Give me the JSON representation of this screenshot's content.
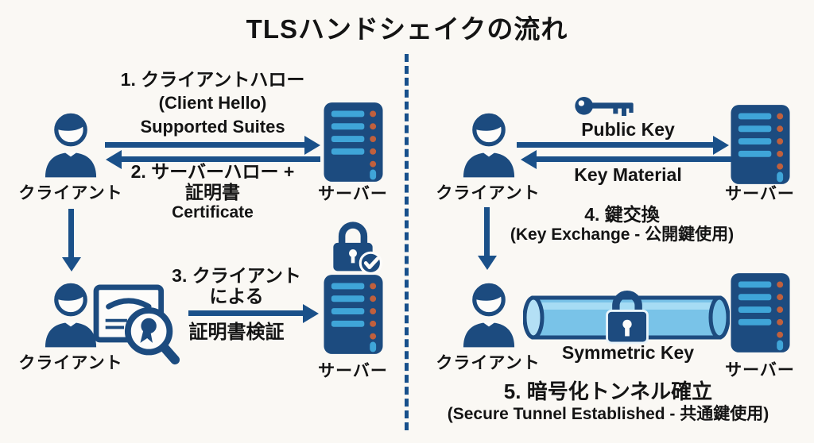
{
  "title": "TLSハンドシェイクの流れ",
  "colors": {
    "background": "#faf8f4",
    "accent_navy": "#1c4b7f",
    "arrow_blue": "#1a5089",
    "server_bar_blue": "#3fa5d8",
    "server_dot_orange": "#c0603d",
    "tunnel_blue": "#79c3e8",
    "text_black": "#141414"
  },
  "icons": {
    "person": "person-icon",
    "server": "server-rack-icon",
    "lock_check": "verified-padlock-icon",
    "certificate": "certificate-magnifier-icon",
    "key": "key-icon",
    "tunnel": "secure-tunnel-icon",
    "tunnel_lock": "padlock-icon"
  },
  "labels": {
    "client": "クライアント",
    "server": "サーバー"
  },
  "left": {
    "step1": {
      "l1": "1. クライアントハロー",
      "l2": "(Client Hello)",
      "l3": "Supported Suites"
    },
    "step2": {
      "l1": "2. サーバーハロー +",
      "l2": "証明書",
      "l3": "Certificate"
    },
    "step3": {
      "l1": "3. クライアント",
      "l2": "による",
      "l3": "証明書検証"
    }
  },
  "right": {
    "msg_to_server": "Public Key",
    "msg_to_client": "Key Material",
    "step4": {
      "l1": "4. 鍵交換",
      "l2": "(Key Exchange - 公開鍵使用)"
    },
    "tunnel_label": "Symmetric Key",
    "step5": {
      "l1": "5. 暗号化トンネル確立",
      "l2": "(Secure Tunnel Established - 共通鍵使用)"
    }
  }
}
